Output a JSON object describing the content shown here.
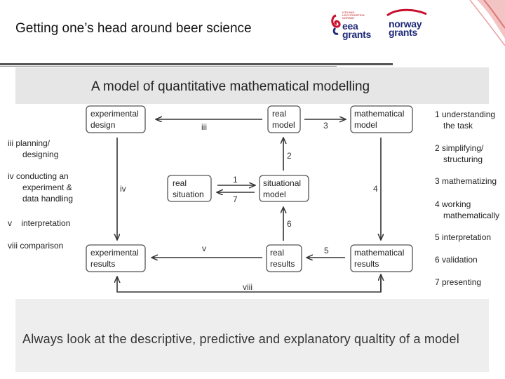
{
  "header": {
    "title": "Getting one’s head around beer science",
    "eea_logo": {
      "small_text": "ICELAND LIECHTENSTEIN NORWAY",
      "word1": "eea",
      "word2": "grants"
    },
    "norway_logo": {
      "word1": "norway",
      "word2": "grants"
    }
  },
  "subtitle": "A model of quantitative mathematical modelling",
  "diagram": {
    "boxes": {
      "experimental_design": [
        "experimental",
        "design"
      ],
      "real_model": [
        "real",
        "model"
      ],
      "mathematical_model": [
        "mathematical",
        "model"
      ],
      "real_situation": [
        "real",
        "situation"
      ],
      "situational_model": [
        "situational",
        "model"
      ],
      "experimental_results": [
        "experimental",
        "results"
      ],
      "real_results": [
        "real",
        "results"
      ],
      "mathematical_results": [
        "mathematical",
        "results"
      ]
    },
    "arrow_labels": {
      "iii": "iii",
      "three": "3",
      "two": "2",
      "iv": "iv",
      "one": "1",
      "seven": "7",
      "four": "4",
      "six": "6",
      "v": "v",
      "five": "5",
      "viii": "viii"
    },
    "left_legend": [
      [
        "iii  planning/",
        "designing"
      ],
      [
        "iv  conducting an",
        "experiment &",
        "data handling"
      ],
      [
        "v    interpretation"
      ],
      [
        "viii comparison"
      ]
    ],
    "right_legend": [
      [
        "1 understanding",
        "the task"
      ],
      [
        "2 simplifying/",
        "structuring"
      ],
      [
        "3 mathematizing"
      ],
      [
        "4 working",
        "mathematically"
      ],
      [
        "5 interpretation"
      ],
      [
        "6 validation"
      ],
      [
        "7 presenting"
      ]
    ]
  },
  "footer": {
    "text": "Always look at the descriptive, predictive and explanatory qualtity of a model"
  },
  "colors": {
    "eea_blue": "#1e2a78",
    "norway_red": "#c8102e",
    "band_gray": "#e6e6e6"
  }
}
